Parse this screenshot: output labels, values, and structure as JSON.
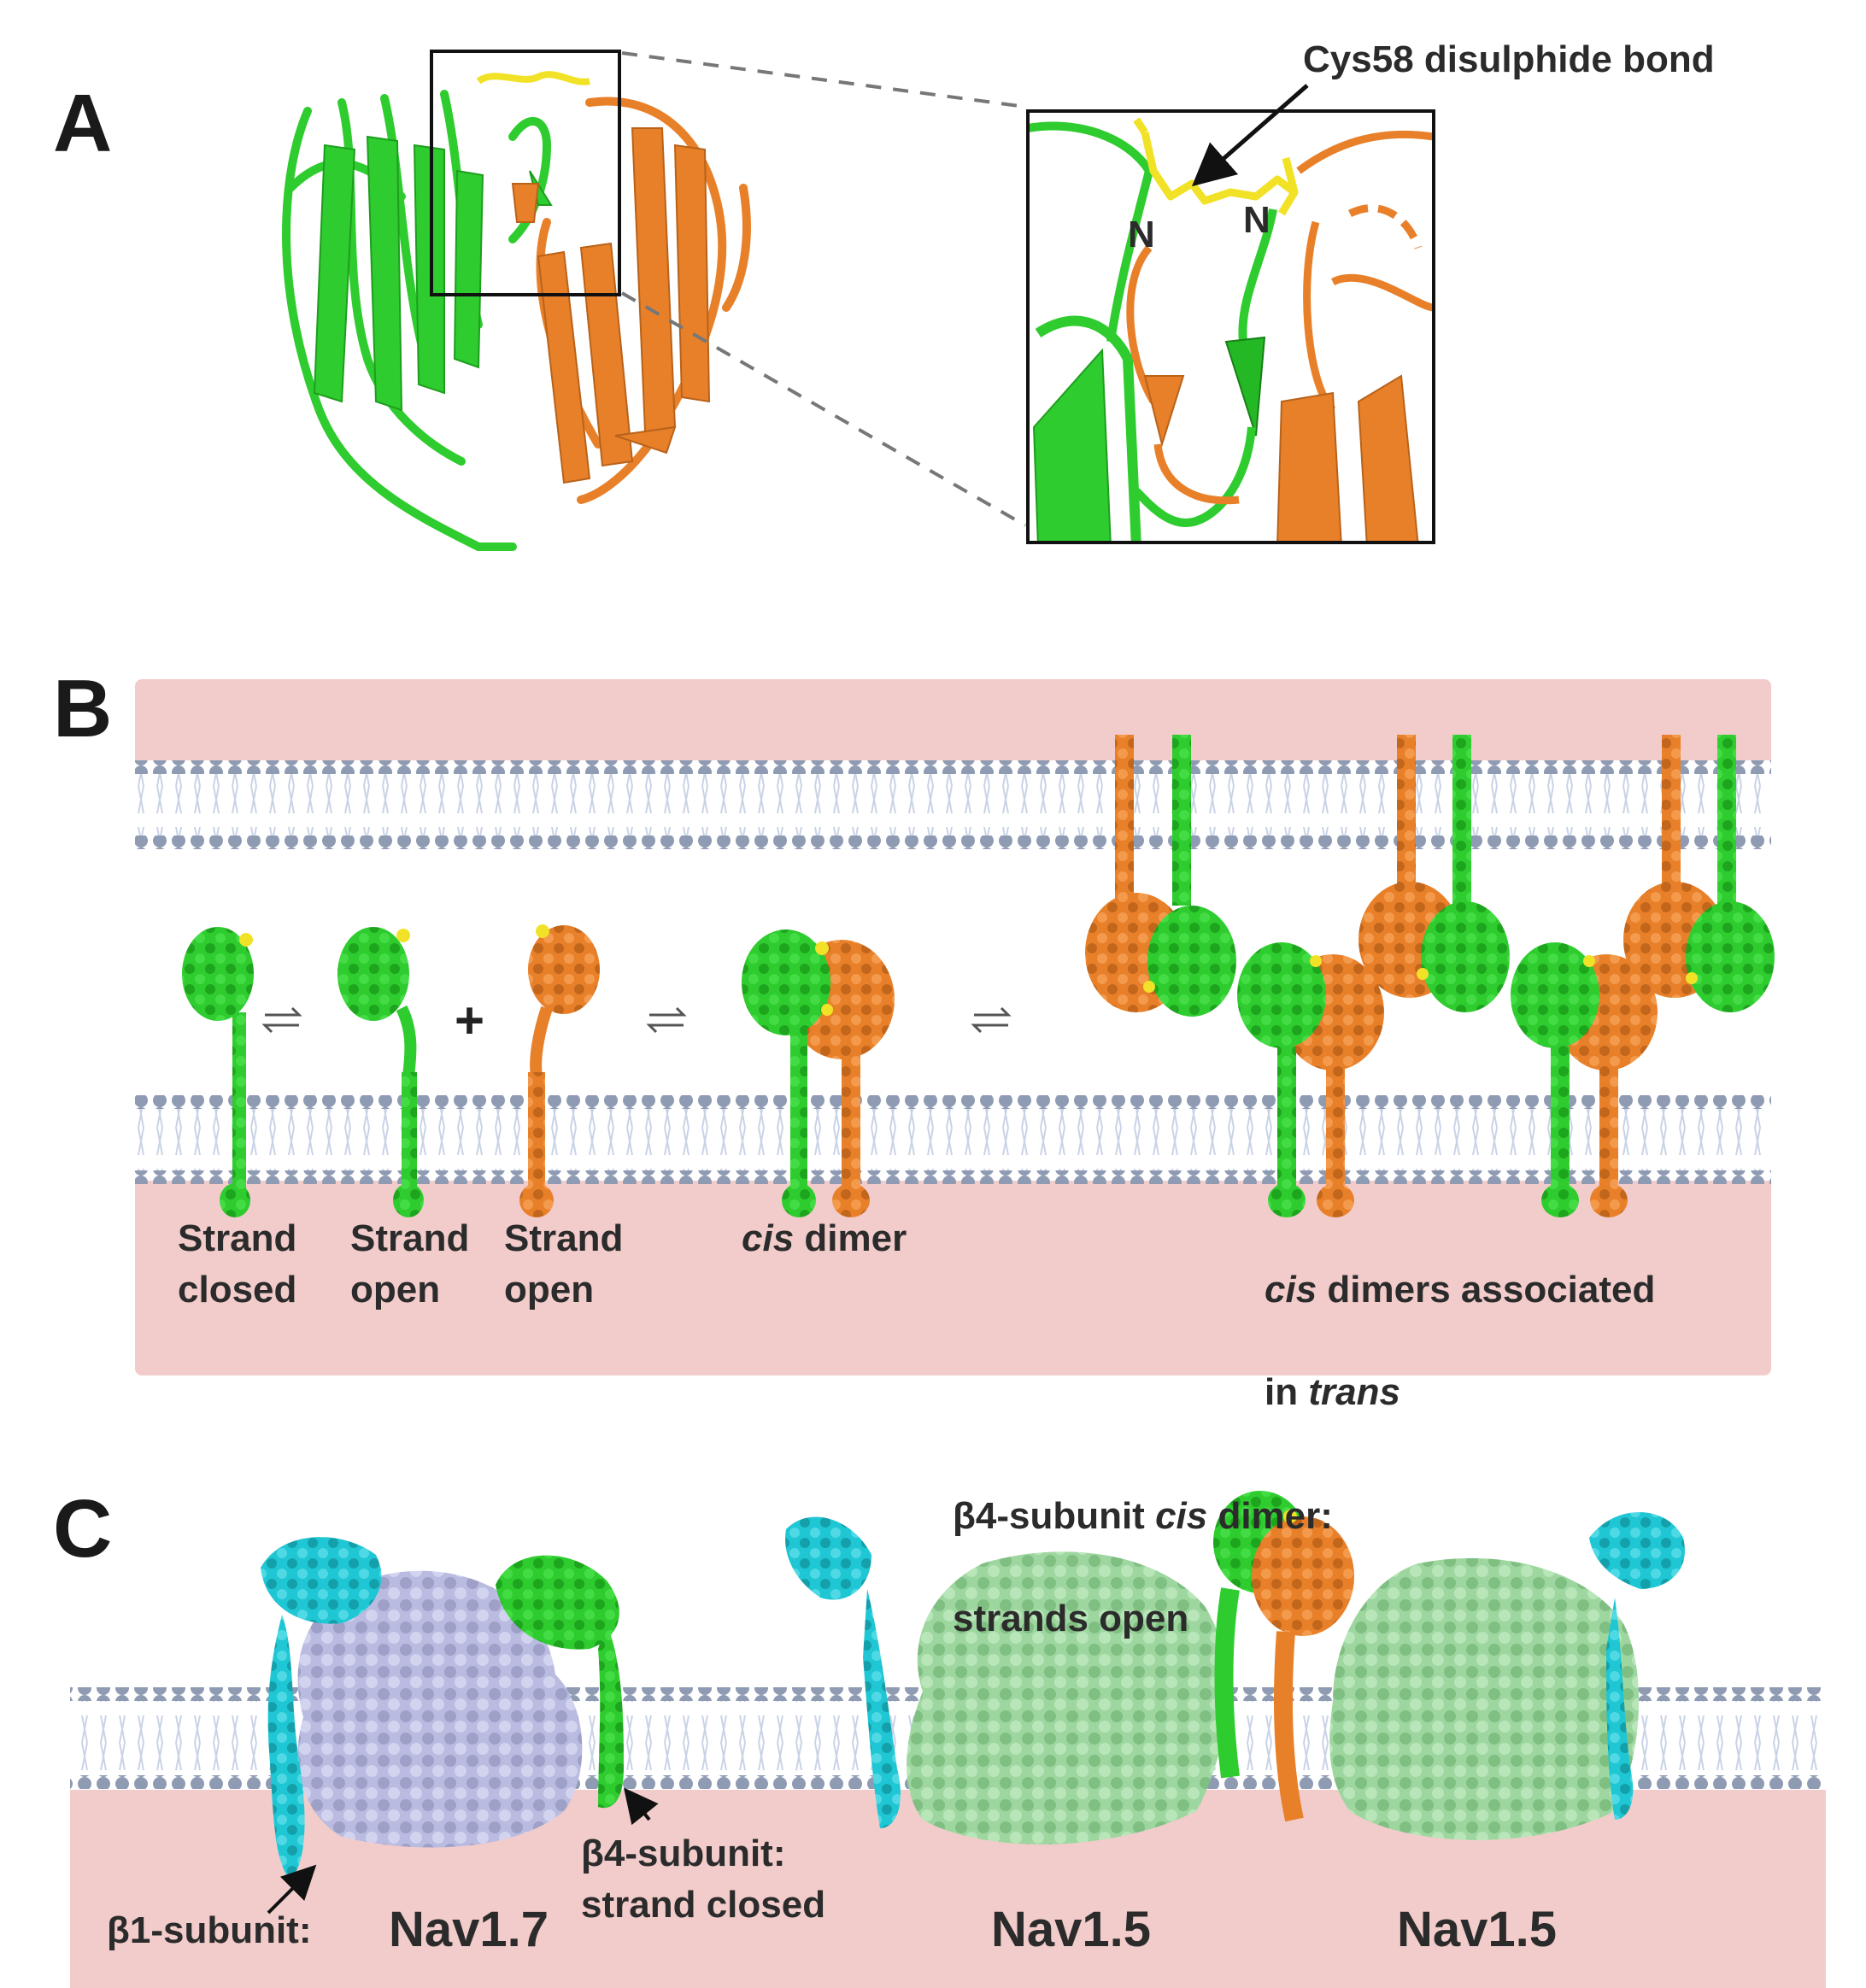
{
  "panels": {
    "a": {
      "letter": "A",
      "callout": "Cys58 disulphide bond",
      "n_label_left": "N",
      "n_label_right": "N"
    },
    "b": {
      "letter": "B",
      "labels": {
        "strand_closed": "Strand\nclosed",
        "strand_open_1": "Strand\nopen",
        "strand_open_2": "Strand\nopen",
        "cis_dimer_italic": "cis",
        "cis_dimer_rest": " dimer",
        "trans_line1_italic": "cis",
        "trans_line1_rest": " dimers associated",
        "trans_line2_prefix": "in ",
        "trans_line2_italic": "trans"
      },
      "symbols": {
        "plus": "+"
      }
    },
    "c": {
      "letter": "C",
      "labels": {
        "b4_cis_line1_a": "β4-subunit ",
        "b4_cis_line1_italic": "cis",
        "b4_cis_line1_b": " dimer:",
        "b4_cis_line2": "strands open",
        "b1_subunit": "β1-subunit:",
        "b4_closed": "β4-subunit:\nstrand closed",
        "nav17": "Nav1.7",
        "nav15_left": "Nav1.5",
        "nav15_right": "Nav1.5"
      }
    }
  },
  "colors": {
    "green": "#2ecc2e",
    "orange": "#e8802a",
    "yellow": "#f2e227",
    "cyan": "#1fc6d4",
    "lavender": "#b9bbe0",
    "pale_green": "#9ed6a0",
    "membrane_head": "#8e9bb3",
    "pink": "#f2cccb"
  }
}
